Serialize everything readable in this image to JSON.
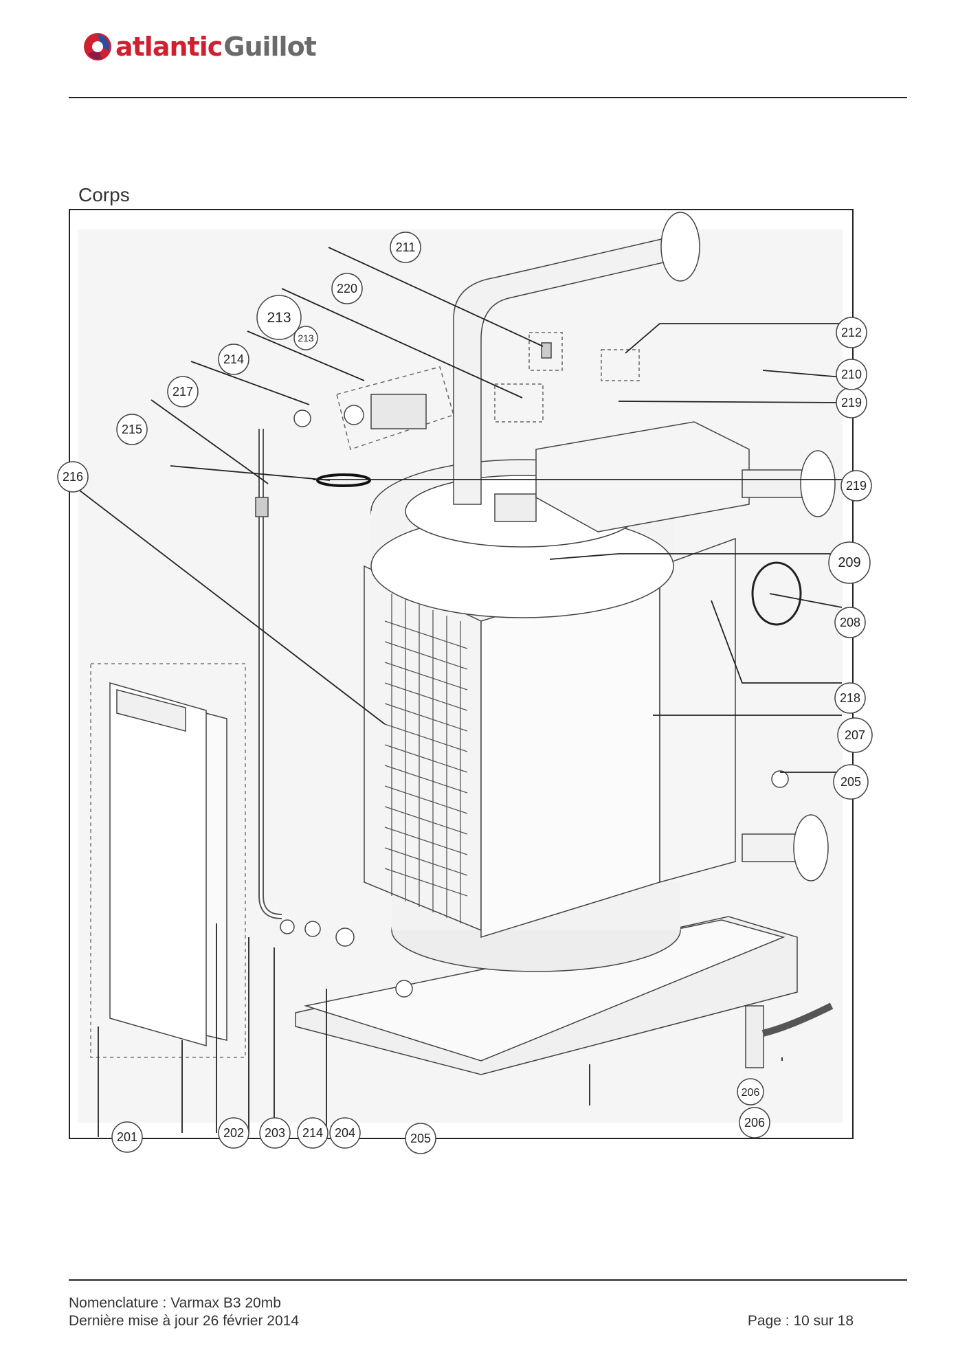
{
  "header": {
    "logo_text_red": "atlantic",
    "logo_text_grey": "Guillot",
    "colors": {
      "red": "#d0202f",
      "blue": "#2a4d9e",
      "grey": "#6a6a6a"
    }
  },
  "section_title": "Corps",
  "callouts": {
    "c201": "201",
    "c202": "202",
    "c203": "203",
    "c204": "204",
    "c205a": "205",
    "c205b": "205",
    "c206a": "206",
    "c206b": "206",
    "c207": "207",
    "c208": "208",
    "c209": "209",
    "c210": "210",
    "c211": "211",
    "c212": "212",
    "c213a": "213",
    "c213b": "213",
    "c214a": "214",
    "c214b": "214",
    "c215": "215",
    "c216": "216",
    "c217": "217",
    "c218": "218",
    "c219a": "219",
    "c219b": "219",
    "c220": "220"
  },
  "footer": {
    "nomenclature": "Nomenclature : Varmax B3 20mb",
    "update": "Dernière mise à jour 26 février 2014",
    "page": "Page : 10 sur 18"
  }
}
